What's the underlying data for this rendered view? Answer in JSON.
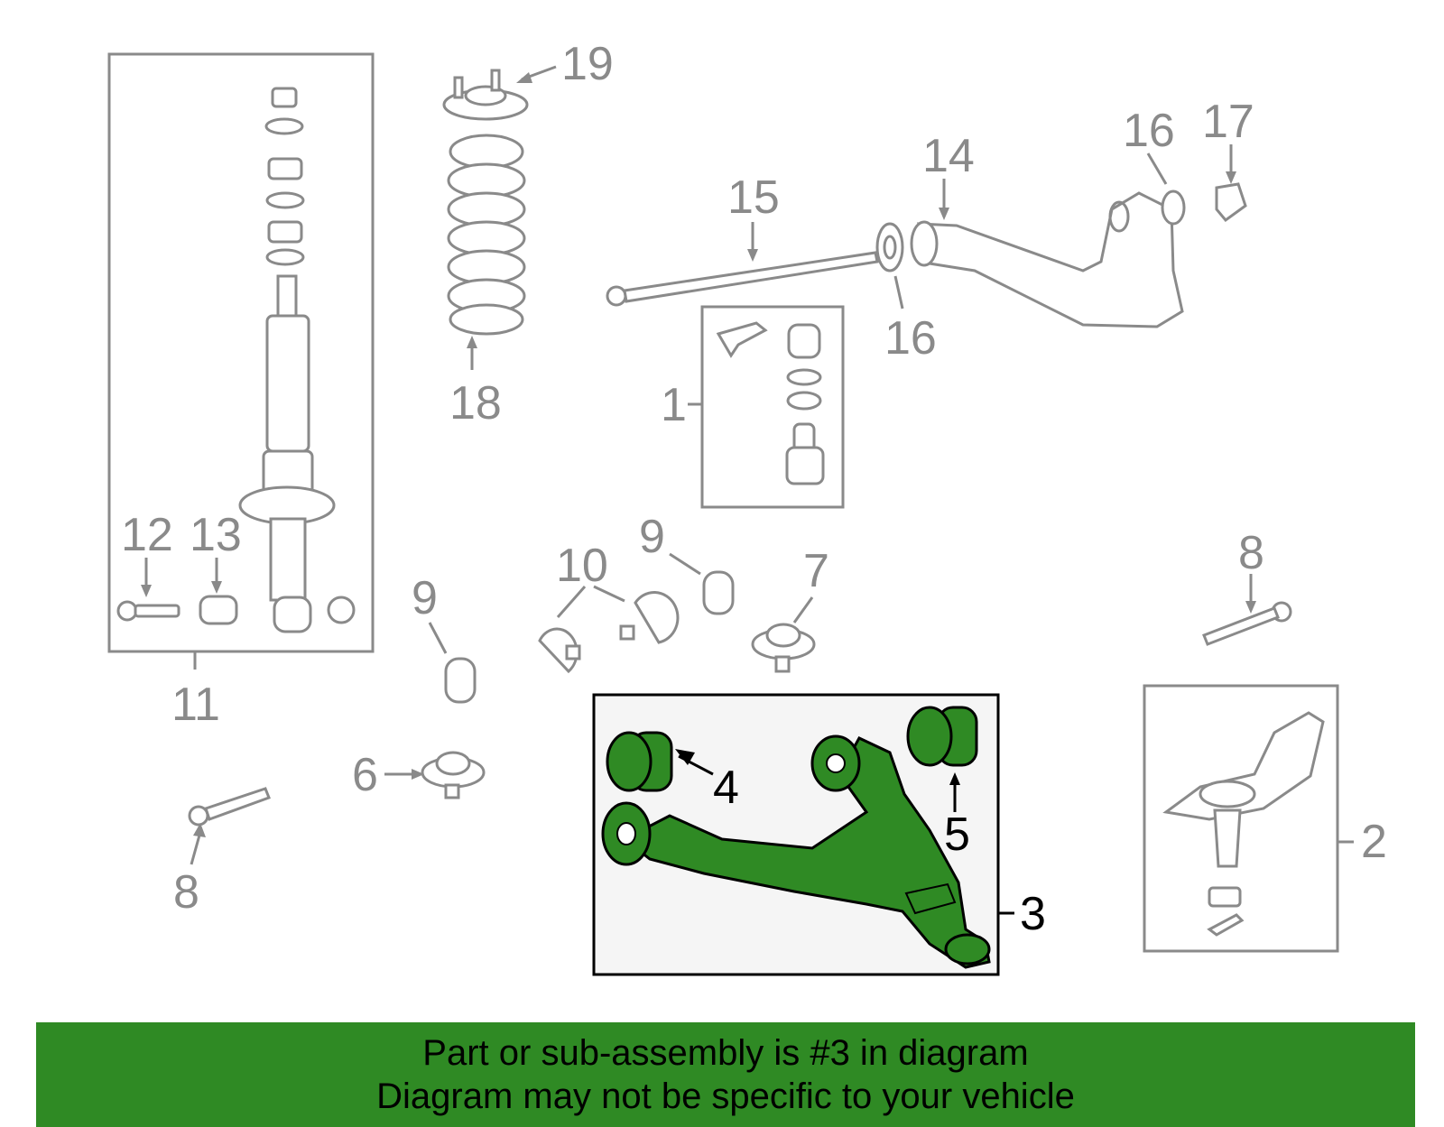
{
  "callouts": {
    "c1": "1",
    "c2": "2",
    "c3": "3",
    "c4": "4",
    "c5": "5",
    "c6": "6",
    "c7": "7",
    "c8a": "8",
    "c8b": "8",
    "c9a": "9",
    "c9b": "9",
    "c10": "10",
    "c11": "11",
    "c12": "12",
    "c13": "13",
    "c14": "14",
    "c15": "15",
    "c16a": "16",
    "c16b": "16",
    "c17": "17",
    "c18": "18",
    "c19": "19"
  },
  "banner": {
    "line1": "Part or sub-assembly is #3 in diagram",
    "line2": "Diagram may not be specific to your vehicle"
  },
  "colors": {
    "highlight_green": "#2f8a24",
    "part_grey": "#8a8a8a",
    "box_black": "#000000"
  }
}
